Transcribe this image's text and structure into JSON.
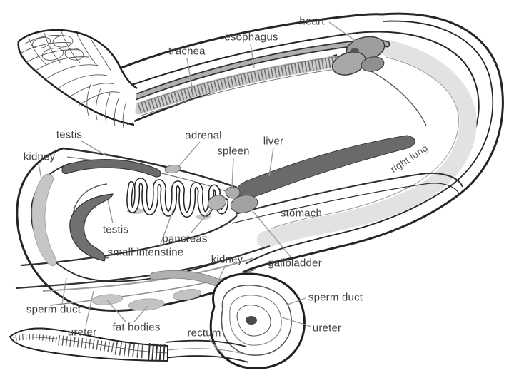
{
  "labels": {
    "trachea": "trachea",
    "esophagus": "esophagus",
    "heart": "heart",
    "right_lung": "right lung",
    "testis_upper": "testis",
    "kidney_upper": "kidney",
    "adrenal": "adrenal",
    "spleen": "spleen",
    "liver": "liver",
    "stomach": "stomach",
    "testis_lower": "testis",
    "small_intestine": "small intenstine",
    "pancreas": "pancreas",
    "kidney_lower": "kidney",
    "gallbladder": "gallbladder",
    "sperm_duct_left": "sperm duct",
    "ureter_left": "ureter",
    "fat_bodies": "fat bodies",
    "rectum": "rectum",
    "sperm_duct_right": "sperm duct",
    "ureter_right": "ureter"
  },
  "colors": {
    "background": "#ffffff",
    "outline": "#262626",
    "organ_dark": "#6a6a6a",
    "organ_mid": "#9e9e9e",
    "organ_light": "#c6c6c6",
    "lung": "#e0e3e1",
    "label_text": "#3f3f3f",
    "leader": "#9c9c9c"
  }
}
